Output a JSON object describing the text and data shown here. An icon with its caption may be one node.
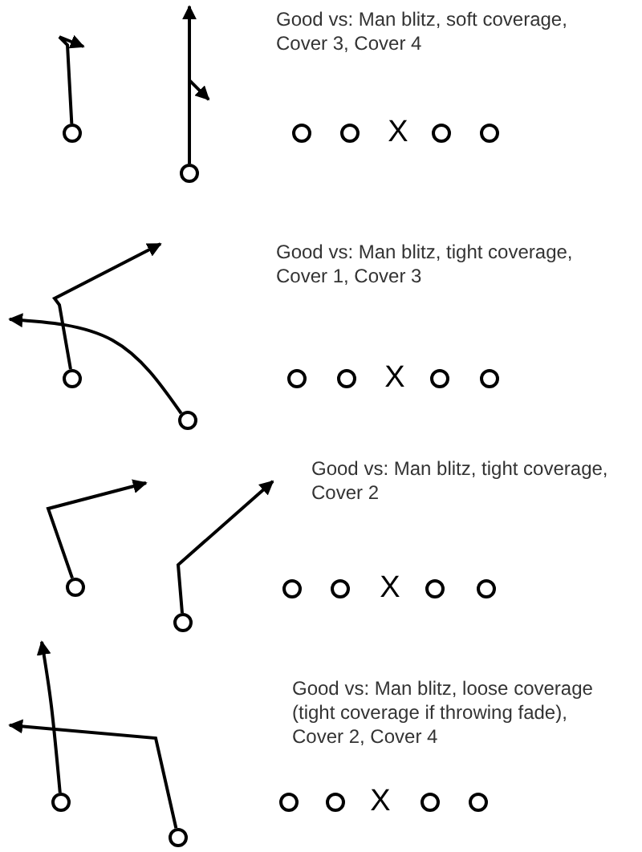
{
  "diagram": {
    "nodes": [
      {
        "text": [],
        "shape": "circle"
      },
      {
        "text": [],
        "shape": "circle"
      },
      {
        "text": [],
        "shape": "circle"
      },
      {
        "text": [],
        "shape": "circle"
      },
      {
        "text": [],
        "shape": "circle"
      },
      {
        "text": [],
        "shape": "circle"
      },
      {
        "text": [],
        "shape": "circle"
      },
      {
        "text": [],
        "shape": "circle"
      },
      {
        "text": [],
        "shape": "circle"
      },
      {
        "text": [],
        "shape": "circle"
      },
      {
        "text": [],
        "shape": "circle"
      },
      {
        "text": [],
        "shape": "circle"
      },
      {
        "text": [],
        "shape": "circle"
      },
      {
        "text": [],
        "shape": "circle"
      },
      {
        "text": [],
        "shape": "circle"
      },
      {
        "text": [],
        "shape": "circle"
      },
      {
        "text": [],
        "shape": "circle"
      },
      {
        "text": [],
        "shape": "circle"
      },
      {
        "text": [],
        "shape": "circle"
      },
      {
        "text": [],
        "shape": "circle"
      },
      {
        "text": [],
        "shape": "circle"
      },
      {
        "text": [],
        "shape": "circle"
      },
      {
        "text": [],
        "shape": "circle"
      },
      {
        "text": [],
        "shape": "circle"
      }
    ],
    "edges": [
      {
        "from": 0,
        "to": null,
        "arrow": "to"
      },
      {
        "from": 1,
        "to": null,
        "arrow": "to"
      },
      {
        "from": 1,
        "to": null,
        "arrow": "to"
      },
      {
        "from": 6,
        "to": null,
        "arrow": "to"
      },
      {
        "from": 7,
        "to": null,
        "arrow": "to"
      },
      {
        "from": 12,
        "to": null,
        "arrow": "to"
      },
      {
        "from": 13,
        "to": null,
        "arrow": "to"
      },
      {
        "from": 18,
        "to": null,
        "arrow": "to"
      },
      {
        "from": 19,
        "to": null,
        "arrow": "to"
      }
    ],
    "labels": [
      "Good vs: Man blitz, soft coverage, Cover 3, Cover 4",
      "X",
      "Good vs: Man blitz, tight coverage, Cover 1, Cover 3",
      "X",
      "Good vs: Man blitz, tight coverage, Cover 2",
      "X",
      "Good vs: Man blitz, loose coverage (tight coverage if throwing fade), Cover 2, Cover 4",
      "X"
    ]
  }
}
